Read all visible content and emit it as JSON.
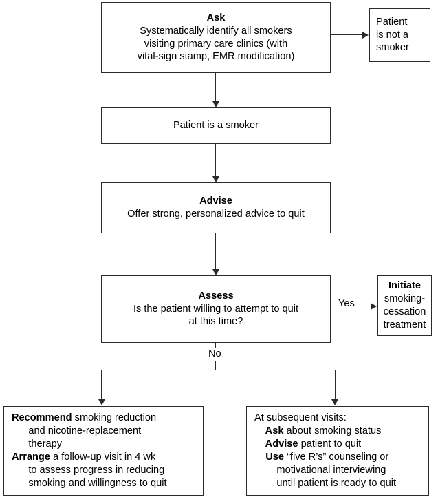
{
  "diagram": {
    "title": "Smoking cessation clinical algorithm flowchart",
    "stroke_color": "#2b2b2b",
    "background_color": "#ffffff"
  },
  "nodes": {
    "ask": {
      "heading": "Ask",
      "lines": [
        "Systematically identify all smokers",
        "visiting primary care clinics (with",
        "vital-sign stamp, EMR modification)"
      ]
    },
    "not_smoker": {
      "lines": [
        "Patient",
        "is not a",
        "smoker"
      ]
    },
    "is_smoker": {
      "lines": [
        "Patient is a smoker"
      ]
    },
    "advise": {
      "heading": "Advise",
      "lines": [
        "Offer strong, personalized advice to quit"
      ]
    },
    "assess": {
      "heading": "Assess",
      "lines": [
        "Is the patient willing to attempt to quit",
        "at this time?"
      ]
    },
    "initiate": {
      "heading": "Initiate",
      "lines": [
        "smoking-",
        "cessation",
        "treatment"
      ]
    },
    "recommend": {
      "lines": [
        {
          "bold": "Recommend",
          "rest": " smoking reduction"
        },
        {
          "bold": "",
          "rest": "      and nicotine-replacement"
        },
        {
          "bold": "",
          "rest": "      therapy"
        },
        {
          "bold": "Arrange",
          "rest": " a follow-up visit in 4 wk"
        },
        {
          "bold": "",
          "rest": "      to assess progress in reducing"
        },
        {
          "bold": "",
          "rest": "      smoking and willingness to quit"
        }
      ]
    },
    "subsequent": {
      "lines": [
        {
          "bold": "",
          "rest": "At subsequent visits:"
        },
        {
          "bold": "    Ask",
          "rest": " about smoking status"
        },
        {
          "bold": "    Advise",
          "rest": " patient to quit"
        },
        {
          "bold": "    Use",
          "rest": " “five R’s” counseling or"
        },
        {
          "bold": "",
          "rest": "        motivational interviewing"
        },
        {
          "bold": "",
          "rest": "        until patient is ready to quit"
        }
      ]
    }
  },
  "edge_labels": {
    "yes": "Yes",
    "no": "No"
  }
}
